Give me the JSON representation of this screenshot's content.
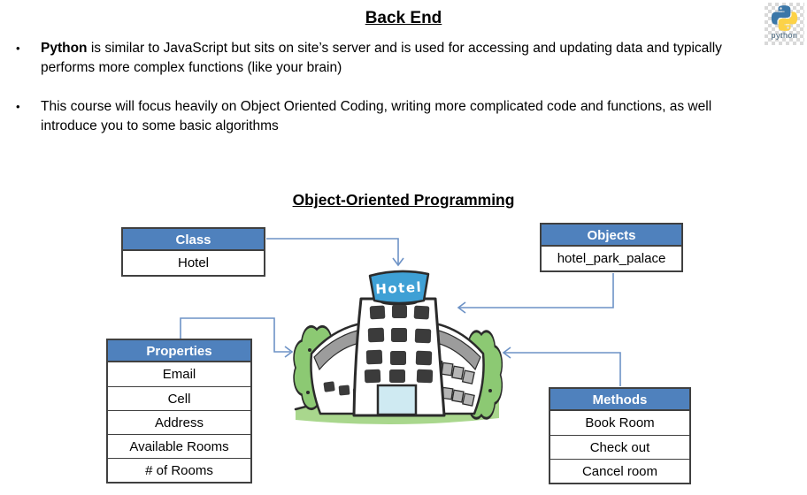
{
  "slide": {
    "title": "Back End",
    "bullet_char": "•",
    "bullets": [
      {
        "bold": "Python",
        "text": " is similar to JavaScript but sits on site’s server and is used for accessing and updating data and typically performs more complex functions (like your brain)"
      },
      {
        "bold": "",
        "text": "This course will focus heavily on Object Oriented Coding, writing more complicated code and functions, as well introduce you to some basic algorithms"
      }
    ],
    "logo_label": "python"
  },
  "diagram": {
    "title": "Object-Oriented Programming",
    "hotel_sign": "Hotel",
    "tables": [
      {
        "header": "Class",
        "rows": [
          "Hotel"
        ]
      },
      {
        "header": "Objects",
        "rows": [
          "hotel_park_palace"
        ]
      },
      {
        "header": "Properties",
        "rows": [
          "Email",
          "Cell",
          "Address",
          "Available Rooms",
          "# of Rooms"
        ]
      },
      {
        "header": "Methods",
        "rows": [
          "Book Room",
          "Check out",
          "Cancel room"
        ]
      }
    ],
    "colors": {
      "header_bg": "#4f81bd",
      "header_text": "#ffffff",
      "border": "#404040",
      "connector": "#6d92c6",
      "sign_blue": "#3ea0d5",
      "bush_green": "#8cc973",
      "ground_green": "#a9d78d",
      "window_dark": "#3b3b3b",
      "door_blue": "#cfeaf2"
    }
  }
}
